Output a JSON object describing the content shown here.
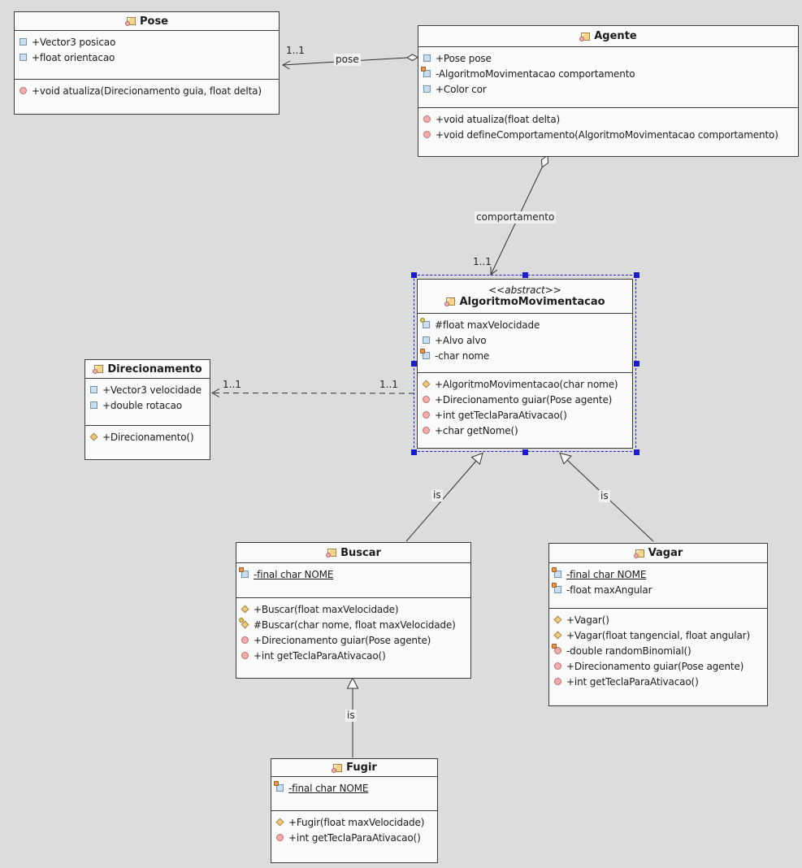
{
  "colors": {
    "canvas_bg": "#dcdcdc",
    "box_bg": "#fafafa",
    "box_border": "#3c3c3c",
    "selection_blue": "#1c1ccf",
    "edge_label_bg": "#f0f0f0",
    "attribute_icon": "#cadef2",
    "operation_icon": "#f5abab",
    "constructor_icon": "#f0cb7c"
  },
  "classes": {
    "pose": {
      "name": "Pose",
      "attributes": [
        {
          "icon": "attr-public",
          "text": "+Vector3 posicao"
        },
        {
          "icon": "attr-public",
          "text": "+float orientacao"
        }
      ],
      "operations": [
        {
          "icon": "op-public",
          "text": "+void atualiza(Direcionamento guia, float delta)"
        }
      ]
    },
    "agente": {
      "name": "Agente",
      "attributes": [
        {
          "icon": "attr-public",
          "text": "+Pose pose"
        },
        {
          "icon": "attr-private",
          "text": "-AlgoritmoMovimentacao comportamento"
        },
        {
          "icon": "attr-public",
          "text": "+Color cor"
        }
      ],
      "operations": [
        {
          "icon": "op-public",
          "text": "+void atualiza(float delta)"
        },
        {
          "icon": "op-public",
          "text": "+void defineComportamento(AlgoritmoMovimentacao comportamento)"
        }
      ]
    },
    "algoritmo": {
      "stereotype": "<<abstract>>",
      "name": "AlgoritmoMovimentacao",
      "attributes": [
        {
          "icon": "attr-protected",
          "text": "#float maxVelocidade"
        },
        {
          "icon": "attr-public",
          "text": "+Alvo alvo"
        },
        {
          "icon": "attr-private",
          "text": "-char nome"
        }
      ],
      "operations": [
        {
          "icon": "ctor-public",
          "text": "+AlgoritmoMovimentacao(char nome)"
        },
        {
          "icon": "op-public",
          "text": "+Direcionamento guiar(Pose agente)"
        },
        {
          "icon": "op-public",
          "text": "+int getTeclaParaAtivacao()"
        },
        {
          "icon": "op-public",
          "text": "+char getNome()"
        }
      ]
    },
    "direcionamento": {
      "name": "Direcionamento",
      "attributes": [
        {
          "icon": "attr-public",
          "text": "+Vector3 velocidade"
        },
        {
          "icon": "attr-public",
          "text": "+double rotacao"
        }
      ],
      "operations": [
        {
          "icon": "ctor-public",
          "text": "+Direcionamento()"
        }
      ]
    },
    "buscar": {
      "name": "Buscar",
      "attributes": [
        {
          "icon": "attr-private",
          "text": "-final char NOME",
          "underline": true
        }
      ],
      "operations": [
        {
          "icon": "ctor-public",
          "text": "+Buscar(float maxVelocidade)"
        },
        {
          "icon": "ctor-protected",
          "text": "#Buscar(char nome, float maxVelocidade)"
        },
        {
          "icon": "op-public",
          "text": "+Direcionamento guiar(Pose agente)"
        },
        {
          "icon": "op-public",
          "text": "+int getTeclaParaAtivacao()"
        }
      ]
    },
    "vagar": {
      "name": "Vagar",
      "attributes": [
        {
          "icon": "attr-private",
          "text": "-final char NOME",
          "underline": true
        },
        {
          "icon": "attr-private",
          "text": "-float maxAngular"
        }
      ],
      "operations": [
        {
          "icon": "ctor-public",
          "text": "+Vagar()"
        },
        {
          "icon": "ctor-public",
          "text": "+Vagar(float tangencial, float angular)"
        },
        {
          "icon": "op-private",
          "text": "-double randomBinomial()"
        },
        {
          "icon": "op-public",
          "text": "+Direcionamento guiar(Pose agente)"
        },
        {
          "icon": "op-public",
          "text": "+int getTeclaParaAtivacao()"
        }
      ]
    },
    "fugir": {
      "name": "Fugir",
      "attributes": [
        {
          "icon": "attr-private",
          "text": "-final char NOME",
          "underline": true
        }
      ],
      "operations": [
        {
          "icon": "ctor-public",
          "text": "+Fugir(float maxVelocidade)"
        },
        {
          "icon": "op-public",
          "text": "+int getTeclaParaAtivacao()"
        }
      ]
    }
  },
  "relations": {
    "pose": {
      "label": "pose",
      "multiplicity": "1..1"
    },
    "comportamento": {
      "label": "comportamento",
      "multiplicity": "1..1"
    },
    "guiar_dependency": {
      "mult_left": "1..1",
      "mult_right": "1..1"
    },
    "is_buscar": {
      "label": "is"
    },
    "is_vagar": {
      "label": "is"
    },
    "is_fugir": {
      "label": "is"
    }
  }
}
